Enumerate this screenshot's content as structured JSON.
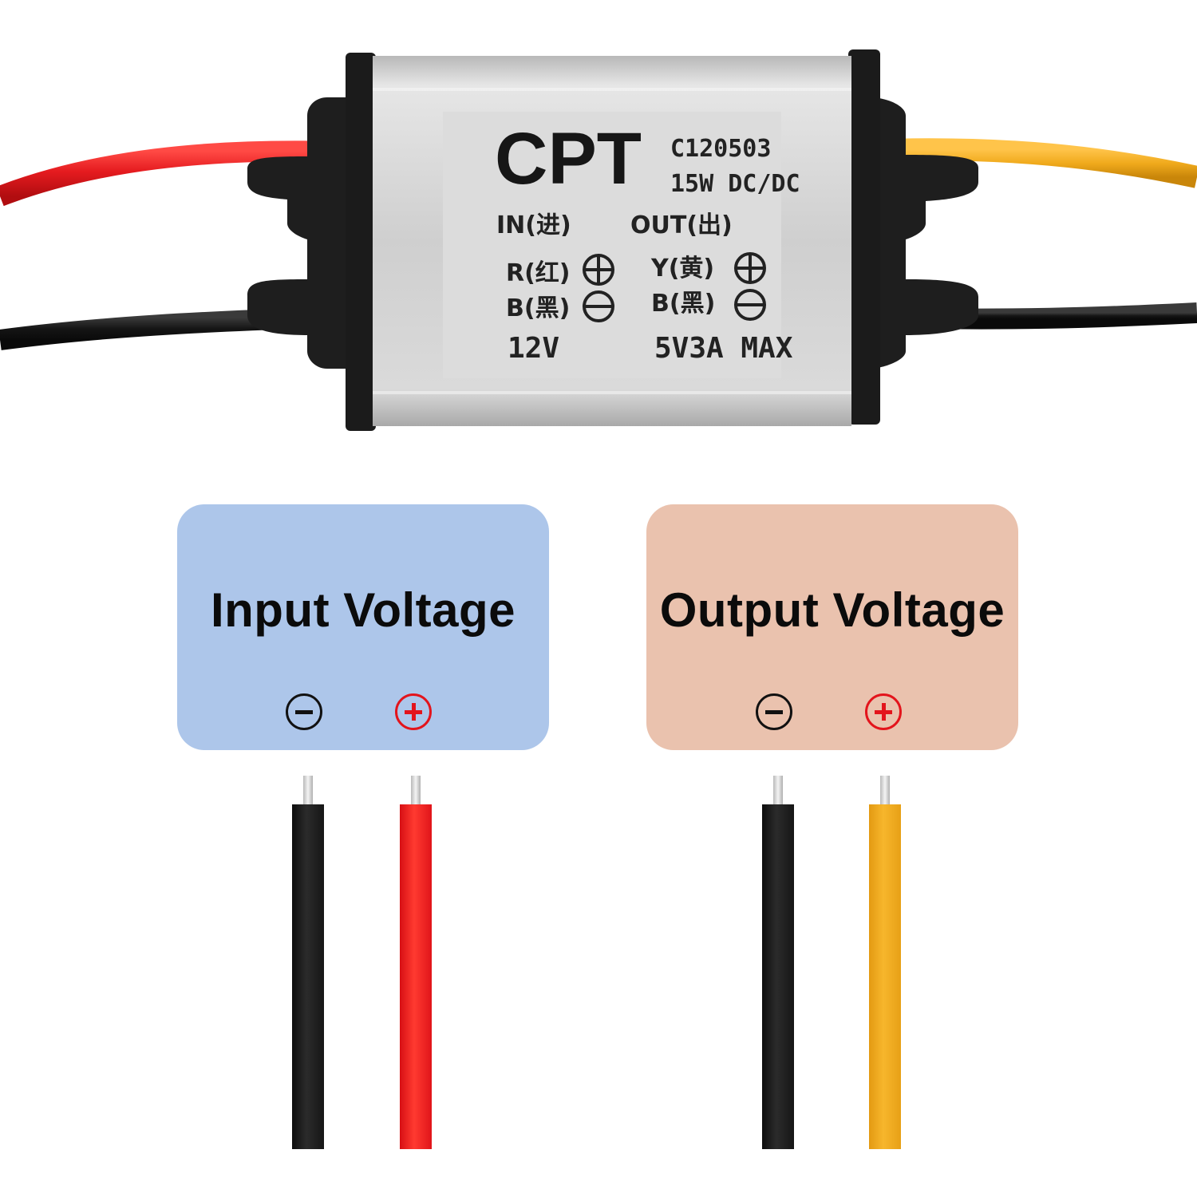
{
  "device": {
    "brand": "CPT",
    "model": "C120503",
    "rating": "15W DC/DC",
    "in_label": "IN(进)",
    "out_label": "OUT(出)",
    "in_pos_label": "R(红)",
    "in_neg_label": "B(黑)",
    "out_pos_label": "Y(黄)",
    "out_neg_label": "B(黑)",
    "in_voltage": "12V",
    "out_spec": "5V3A MAX"
  },
  "cards": {
    "input_title": "Input Voltage",
    "output_title": "Output Voltage"
  },
  "colors": {
    "input_card": "#adc6ea",
    "output_card": "#eac2ae",
    "wire_red": "#ea1b1f",
    "wire_black": "#1a1a1a",
    "wire_yellow": "#f0aa1c",
    "housing": "#d4d4d4",
    "label": "#dcdcdc"
  },
  "icons": {
    "positive": "plus-circle-icon",
    "negative": "minus-circle-icon"
  }
}
